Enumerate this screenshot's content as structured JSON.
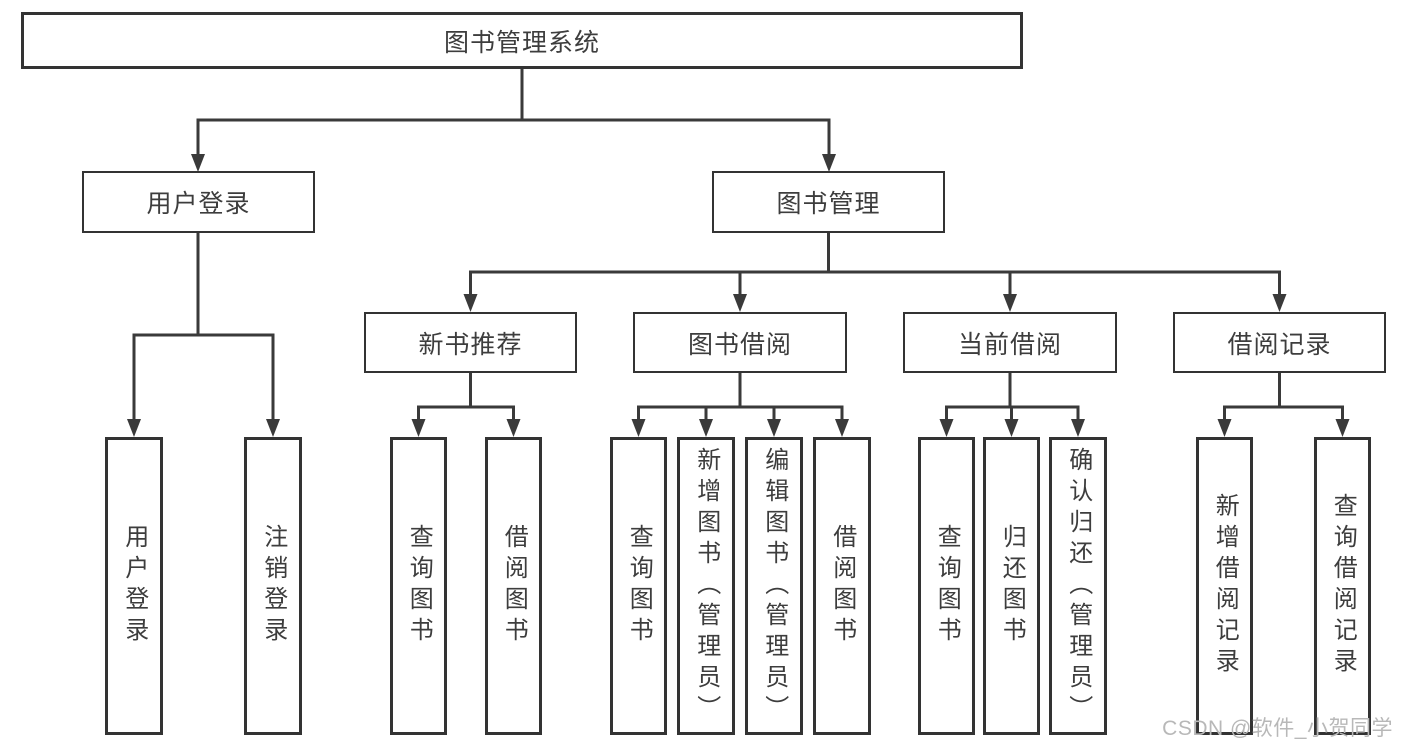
{
  "page": {
    "background": "#ffffff"
  },
  "diagram": {
    "type": "tree",
    "line_color": "#3a3a3a",
    "box_border_color": "#333333",
    "text_color": "#3d3d3d",
    "root": {
      "label": "图书管理系统"
    },
    "level2": [
      {
        "label": "用户登录"
      },
      {
        "label": "图书管理"
      }
    ],
    "level3": [
      {
        "label": "新书推荐",
        "parent": "图书管理"
      },
      {
        "label": "图书借阅",
        "parent": "图书管理"
      },
      {
        "label": "当前借阅",
        "parent": "图书管理"
      },
      {
        "label": "借阅记录",
        "parent": "图书管理"
      }
    ],
    "leaves": [
      {
        "label": "用户登录",
        "parent": "用户登录"
      },
      {
        "label": "注销登录",
        "parent": "用户登录"
      },
      {
        "label": "查询图书",
        "parent": "新书推荐"
      },
      {
        "label": "借阅图书",
        "parent": "新书推荐"
      },
      {
        "label": "查询图书",
        "parent": "图书借阅"
      },
      {
        "label": "新增图书（管理员）",
        "parent": "图书借阅"
      },
      {
        "label": "编辑图书（管理员）",
        "parent": "图书借阅"
      },
      {
        "label": "借阅图书",
        "parent": "图书借阅"
      },
      {
        "label": "查询图书",
        "parent": "当前借阅"
      },
      {
        "label": "归还图书",
        "parent": "当前借阅"
      },
      {
        "label": "确认归还（管理员）",
        "parent": "当前借阅"
      },
      {
        "label": "新增借阅记录",
        "parent": "借阅记录"
      },
      {
        "label": "查询借阅记录",
        "parent": "借阅记录"
      }
    ]
  },
  "watermark": {
    "text": "CSDN @软件_小贺同学",
    "color": "#b8b8b8"
  }
}
